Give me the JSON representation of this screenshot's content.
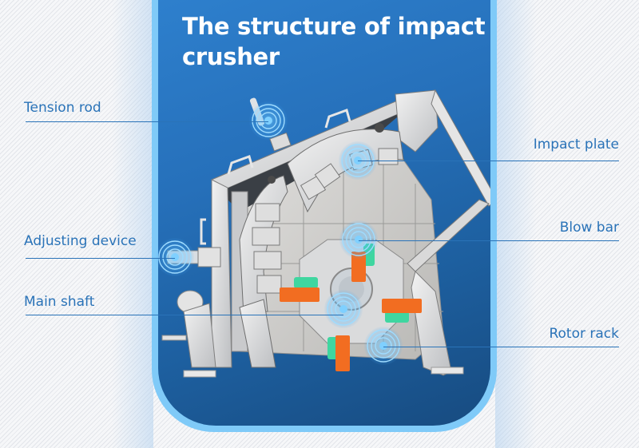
{
  "diagram": {
    "title": "The structure of impact crusher",
    "colors": {
      "card_background": "#2670ba",
      "card_border": "#7fcaf8",
      "label_text": "#2a73b8",
      "leader_line": "#2a73b8",
      "machine_metal": "#d9dadb",
      "blow_bar": "#f26d21",
      "rotor_clamp": "#3fd6a0",
      "target_marker": "#7fd0ff"
    },
    "labels_left": [
      {
        "id": "tension-rod",
        "text": "Tension rod"
      },
      {
        "id": "adjusting-device",
        "text": "Adjusting device"
      },
      {
        "id": "main-shaft",
        "text": "Main shaft"
      }
    ],
    "labels_right": [
      {
        "id": "impact-plate",
        "text": "Impact plate"
      },
      {
        "id": "blow-bar",
        "text": "Blow bar"
      },
      {
        "id": "rotor-rack",
        "text": "Rotor rack"
      }
    ]
  }
}
